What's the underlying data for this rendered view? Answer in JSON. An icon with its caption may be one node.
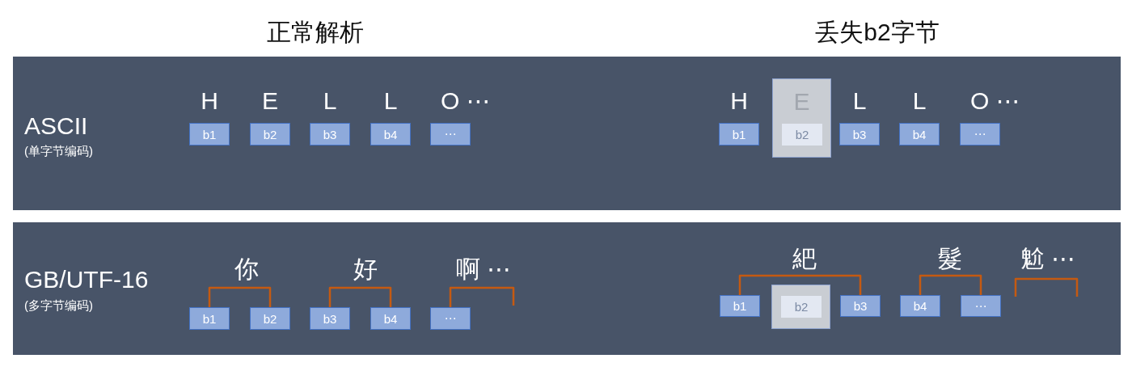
{
  "diagram": {
    "nodes": [
      {
        "text": [
          "ASCII",
          "(单字节编码)"
        ]
      },
      {
        "text": [
          "b1"
        ],
        "in": 0,
        "beside": [
          "H"
        ]
      },
      {
        "text": [
          "b2"
        ],
        "in": 0,
        "beside": [
          "E"
        ]
      },
      {
        "text": [
          "b3"
        ],
        "in": 0,
        "beside": [
          "L"
        ]
      },
      {
        "text": [
          "b4"
        ],
        "in": 0,
        "beside": [
          "L"
        ]
      },
      {
        "text": [
          "⋯"
        ],
        "in": 0,
        "beside": [
          "O ⋯"
        ]
      },
      {
        "text": [
          "b1"
        ],
        "in": 0,
        "beside": [
          "H"
        ]
      },
      {
        "text": [
          "E"
        ],
        "in": 0
      },
      {
        "text": [
          "b2"
        ],
        "in": 7
      },
      {
        "text": [
          "b3"
        ],
        "in": 0,
        "beside": [
          "L"
        ]
      },
      {
        "text": [
          "b4"
        ],
        "in": 0,
        "beside": [
          "L"
        ]
      },
      {
        "text": [
          "⋯"
        ],
        "in": 0,
        "beside": [
          "O ⋯"
        ]
      },
      {
        "text": [
          "GB/UTF-16",
          "(多字节编码)"
        ]
      },
      {
        "text": [
          "b1"
        ],
        "in": 12
      },
      {
        "text": [
          "b2"
        ],
        "in": 12
      },
      {
        "text": [
          "b3"
        ],
        "in": 12
      },
      {
        "text": [
          "b4"
        ],
        "in": 12
      },
      {
        "text": [
          "⋯"
        ],
        "in": 12
      },
      {
        "text": [
          "b1"
        ],
        "in": 12
      },
      {
        "text": [],
        "shape": "box",
        "in": 12
      },
      {
        "text": [
          "b2"
        ],
        "in": 19
      },
      {
        "text": [
          "b3"
        ],
        "in": 12
      },
      {
        "text": [
          "b4"
        ],
        "in": 12
      },
      {
        "text": [
          "⋯"
        ],
        "in": 12
      }
    ],
    "edges": [
      {
        "from": 13,
        "to": 14,
        "arrow": "none",
        "label": "你"
      },
      {
        "from": 15,
        "to": 16,
        "arrow": "none",
        "label": "好"
      },
      {
        "from": 17,
        "to": null,
        "arrow": "none",
        "label": "啊 ⋯"
      },
      {
        "from": 18,
        "to": 21,
        "arrow": "none",
        "label": "紦"
      },
      {
        "from": 22,
        "to": 23,
        "arrow": "none",
        "label": "髮"
      }
    ],
    "labels": [
      "正常解析",
      "丢失b2字节",
      "魀 ⋯"
    ]
  }
}
